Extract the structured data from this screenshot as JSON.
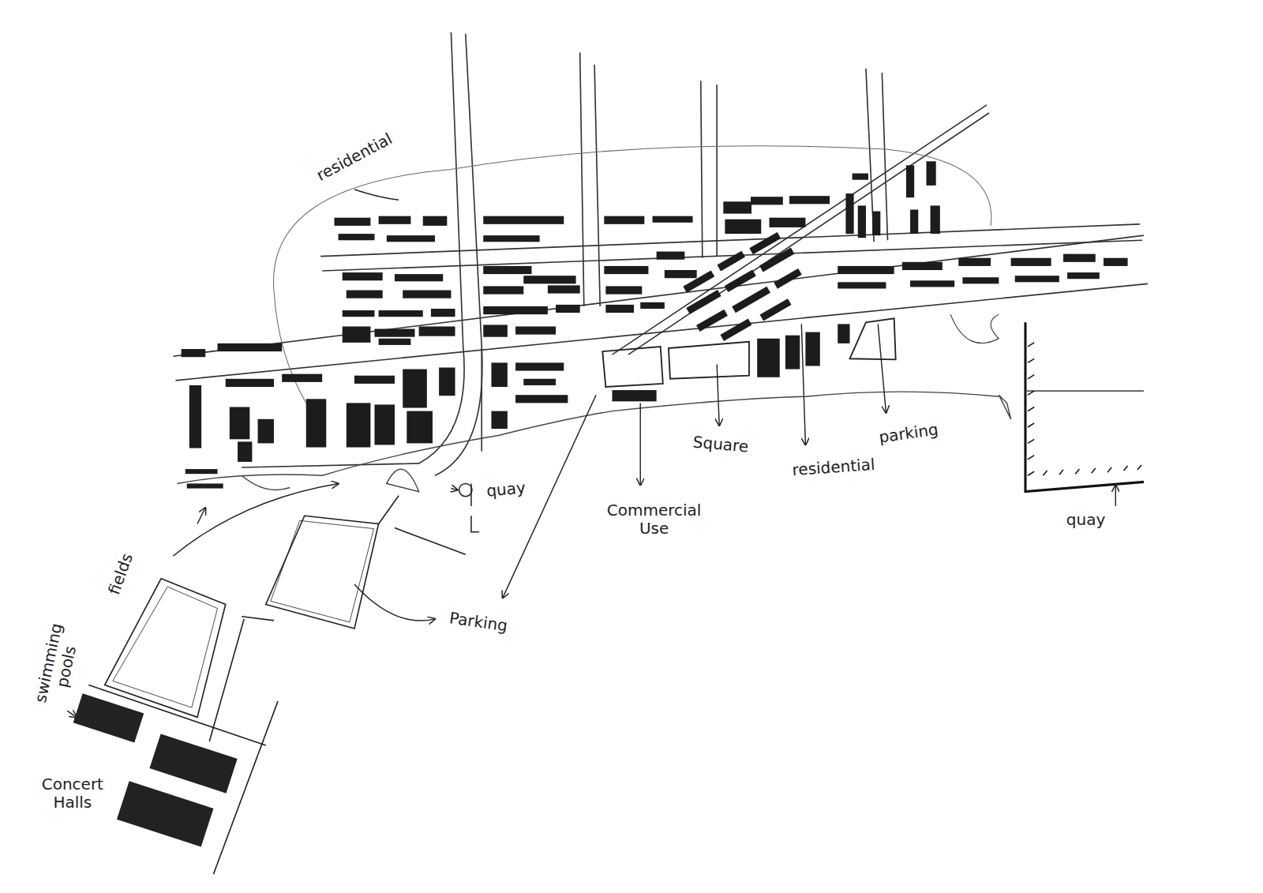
{
  "diagram": {
    "labels": [
      "residential",
      "quay",
      "Commercial Use",
      "Square",
      "residential",
      "parking",
      "quay",
      "Parking",
      "fields",
      "swimming pools",
      "Concert Halls"
    ]
  }
}
